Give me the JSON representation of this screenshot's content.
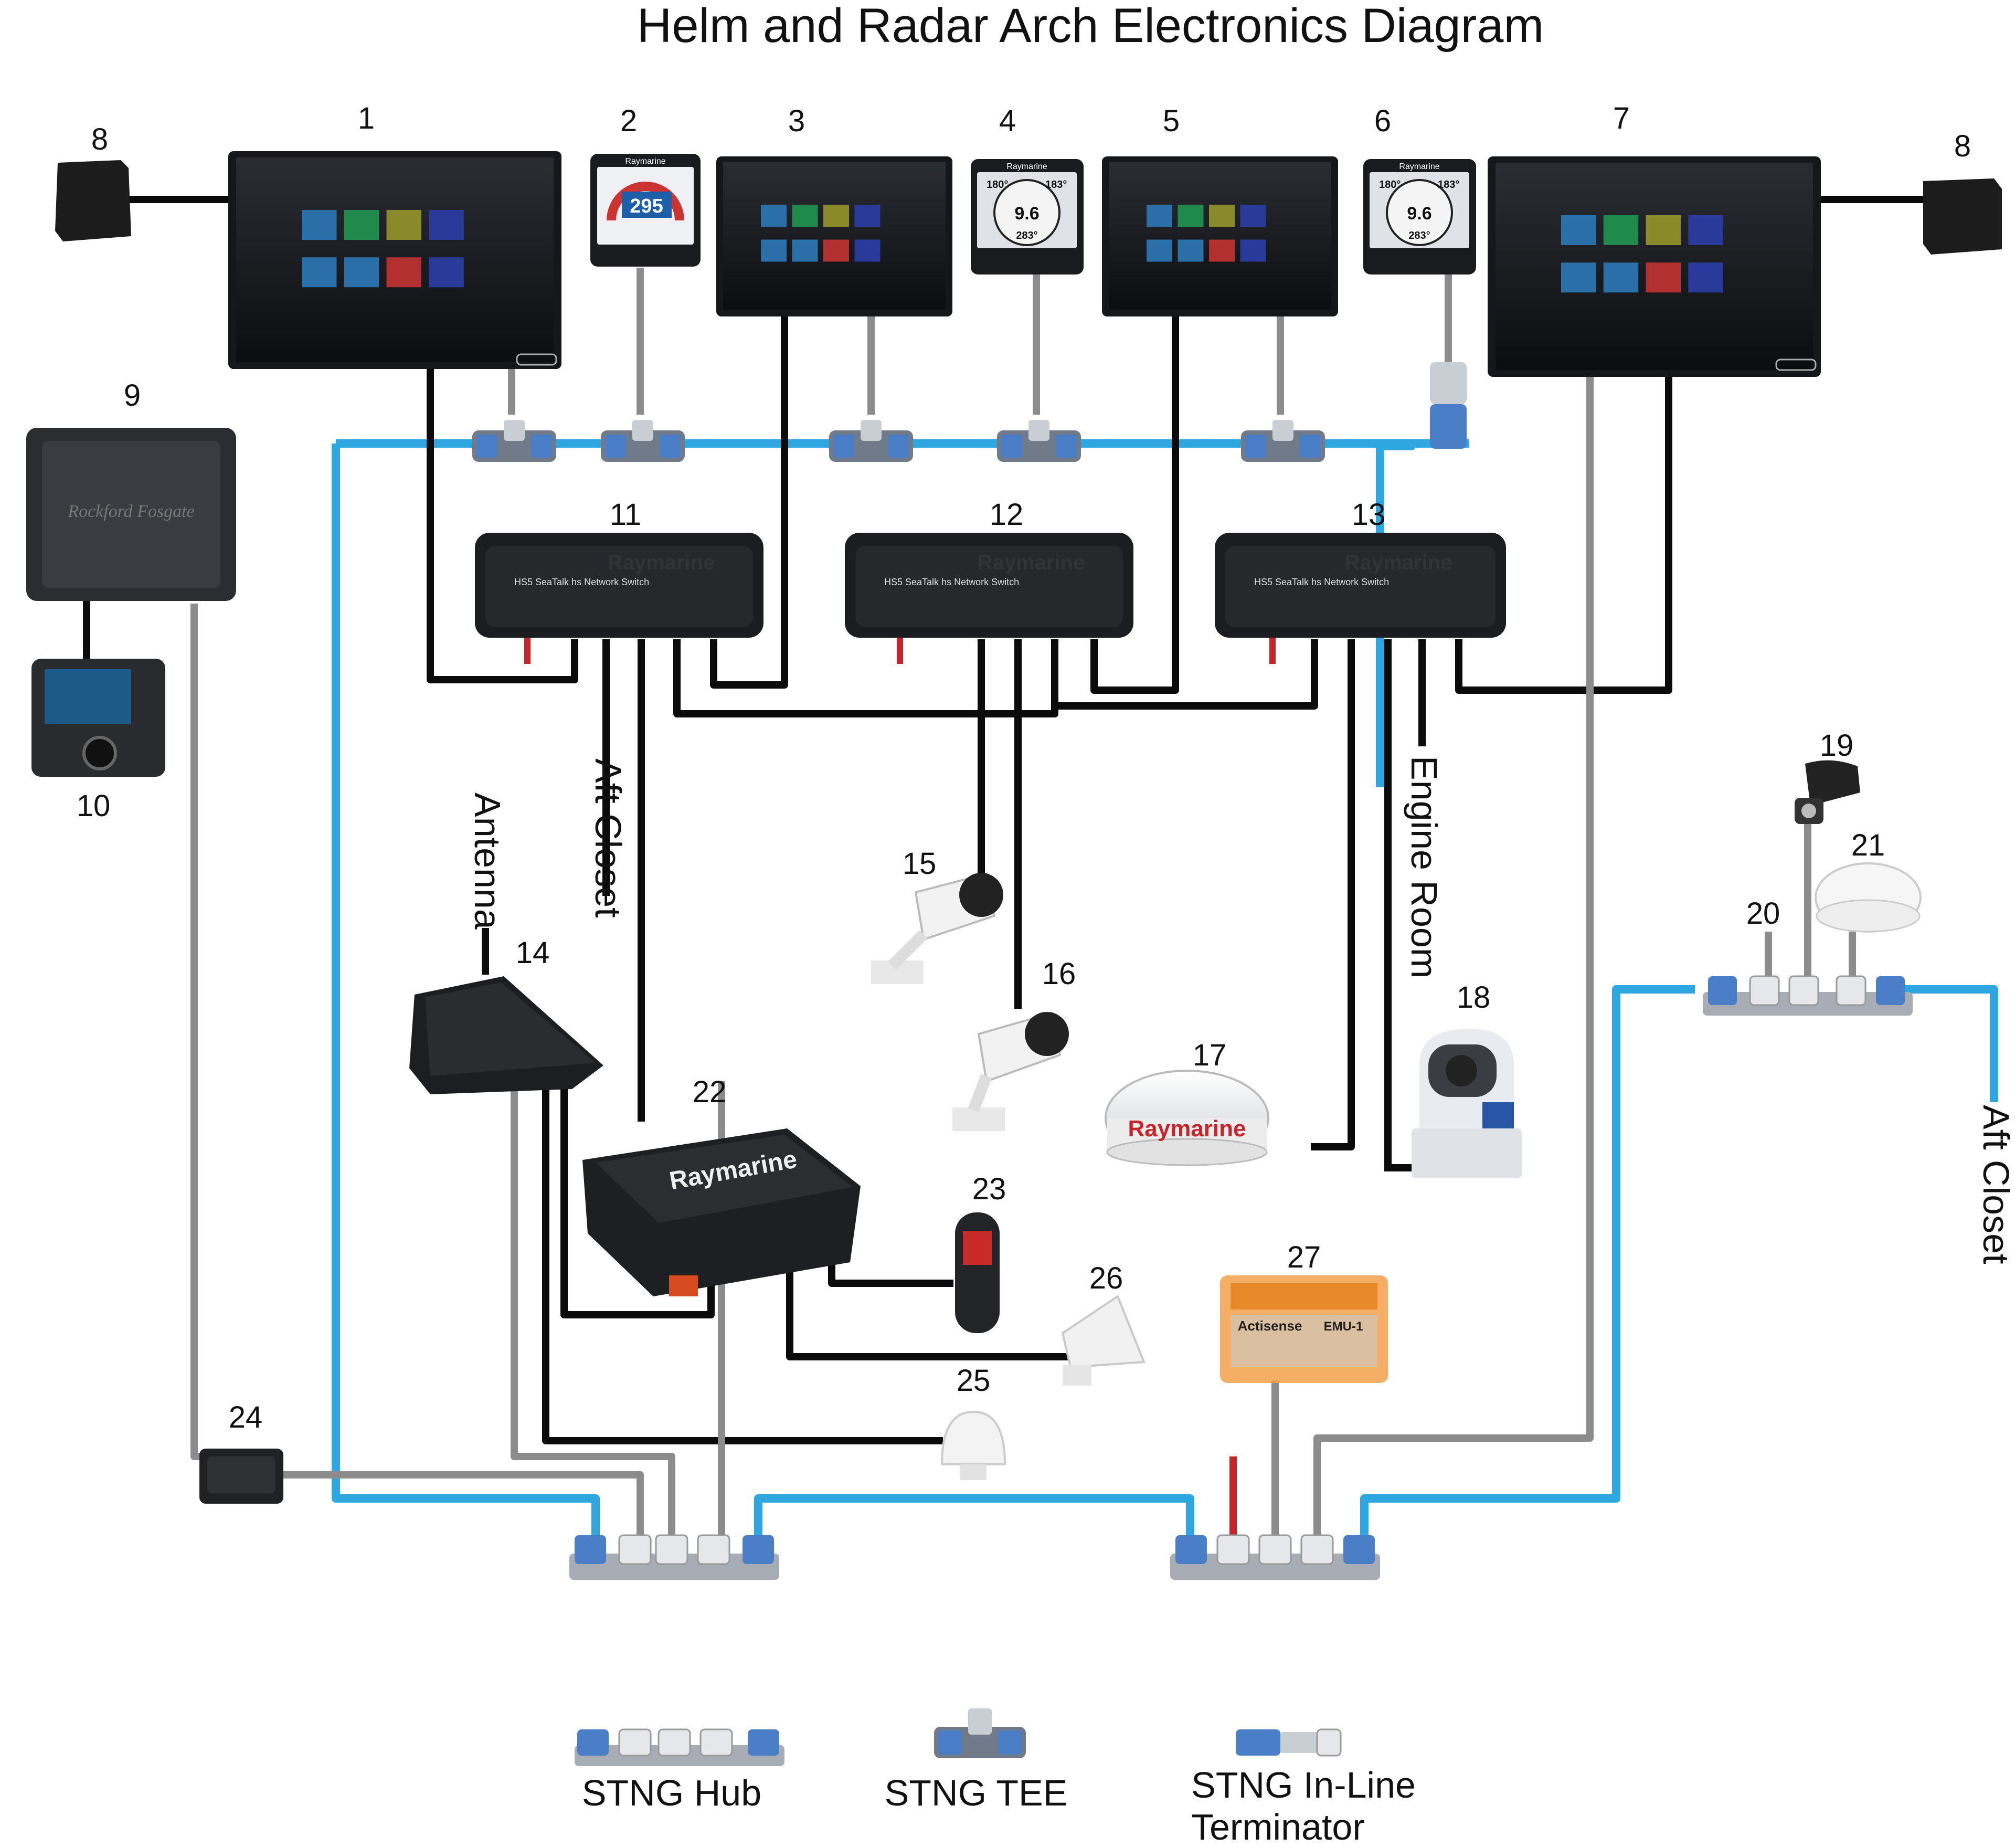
{
  "title": "Helm and Radar Arch Electronics Diagram",
  "numbers": {
    "n1": "1",
    "n2": "2",
    "n3": "3",
    "n4": "4",
    "n5": "5",
    "n6": "6",
    "n7": "7",
    "n8a": "8",
    "n8b": "8",
    "n9": "9",
    "n10": "10",
    "n11": "11",
    "n12": "12",
    "n13": "13",
    "n14": "14",
    "n15": "15",
    "n16": "16",
    "n17": "17",
    "n18": "18",
    "n19": "19",
    "n20": "20",
    "n21": "21",
    "n22": "22",
    "n23": "23",
    "n24": "24",
    "n25": "25",
    "n26": "26",
    "n27": "27"
  },
  "cable_labels": {
    "aft_closet_1": "Aft Closet",
    "antenna": "Antenna",
    "engine_room": "Engine Room",
    "aft_closet_2": "Aft Closet"
  },
  "device_text": {
    "raymarine": "Raymarine",
    "rockford": "Rockford Fosgate",
    "switch_label": "HS5 SeaTalk hs Network Switch",
    "actisense": "Actisense",
    "emu": "EMU-1",
    "heading_295": "295",
    "gauge_9_6": "9.6",
    "gauge_180": "180°",
    "gauge_183": "183°",
    "gauge_283": "283°"
  },
  "legend": {
    "hub": "STNG Hub",
    "tee": "STNG TEE",
    "terminator_line1": "STNG In-Line",
    "terminator_line2": "Terminator"
  },
  "colors": {
    "backbone": "#2ea6e0",
    "ethernet": "#0b0b0b",
    "drop": "#8c8c8c",
    "power": "#c8242b"
  }
}
